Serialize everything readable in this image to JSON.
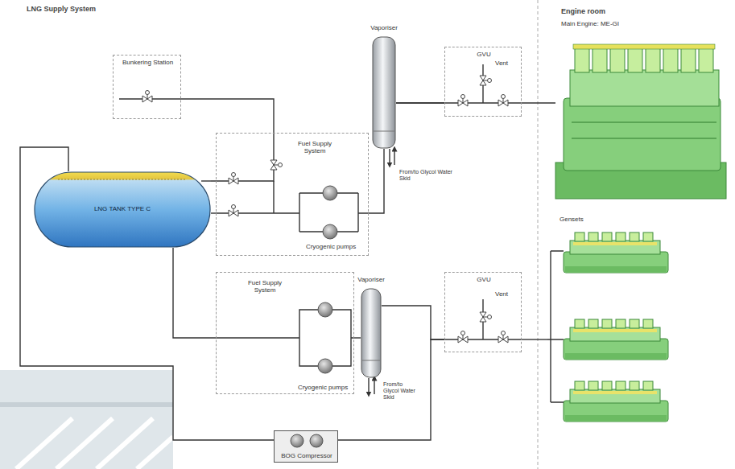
{
  "diagram": {
    "title": "LNG Supply System",
    "nodes": [
      {
        "text": [
          "Bunkering Station"
        ]
      },
      {
        "text": [
          "LNG TANK TYPE C"
        ]
      },
      {
        "text": [
          "Fuel Supply System",
          "Cryogenic pumps"
        ]
      },
      {
        "text": [
          "Vaporiser"
        ]
      },
      {
        "text": [
          "GVU",
          "Vent"
        ]
      },
      {
        "text": [
          "Main Engine: ME-GI"
        ]
      },
      {
        "text": [
          "Fuel Supply System",
          "Cryogenic pumps"
        ]
      },
      {
        "text": [
          "Vaporiser"
        ]
      },
      {
        "text": [
          "GVU",
          "Vent"
        ]
      },
      {
        "text": [
          "Gensets"
        ]
      },
      {
        "text": [
          "BOG Compressor"
        ]
      }
    ],
    "edges": [
      {
        "from": 0,
        "to": 1,
        "arrow": "none"
      },
      {
        "from": 1,
        "to": 2,
        "arrow": "none"
      },
      {
        "from": 2,
        "to": 3,
        "arrow": "none"
      },
      {
        "from": 3,
        "to": 4,
        "arrow": "none"
      },
      {
        "from": 4,
        "to": 5,
        "arrow": "none"
      },
      {
        "from": 1,
        "to": 6,
        "arrow": "none"
      },
      {
        "from": 6,
        "to": 7,
        "arrow": "none"
      },
      {
        "from": 7,
        "to": 8,
        "arrow": "none"
      },
      {
        "from": 8,
        "to": 9,
        "arrow": "none"
      },
      {
        "from": 1,
        "to": 10,
        "arrow": "none"
      },
      {
        "from": 10,
        "to": 8,
        "arrow": "none"
      }
    ],
    "labels": [
      "Engine room",
      "From/to Glycol Water Skid",
      "From/to Glycol Water Skid"
    ]
  }
}
